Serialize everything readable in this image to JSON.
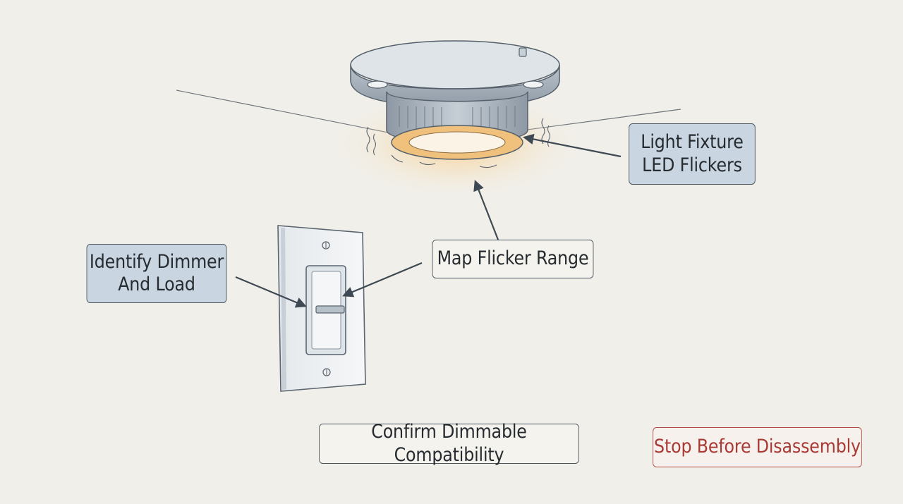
{
  "labels": {
    "light_fixture": "Light Fixture\nLED Flickers",
    "identify_dimmer": "Identify Dimmer\nAnd Load",
    "map_flicker": "Map Flicker Range",
    "confirm_dimmable": "Confirm Dimmable Compatibility",
    "stop_before": "Stop Before Disassembly"
  },
  "colors": {
    "background": "#f1efe9",
    "label_fill": "#c9d6e2",
    "warning": "#a83a35",
    "glow": "#f2b35e"
  },
  "icons": [
    "ceiling-light-fixture",
    "dimmer-switch-plate",
    "arrow"
  ]
}
